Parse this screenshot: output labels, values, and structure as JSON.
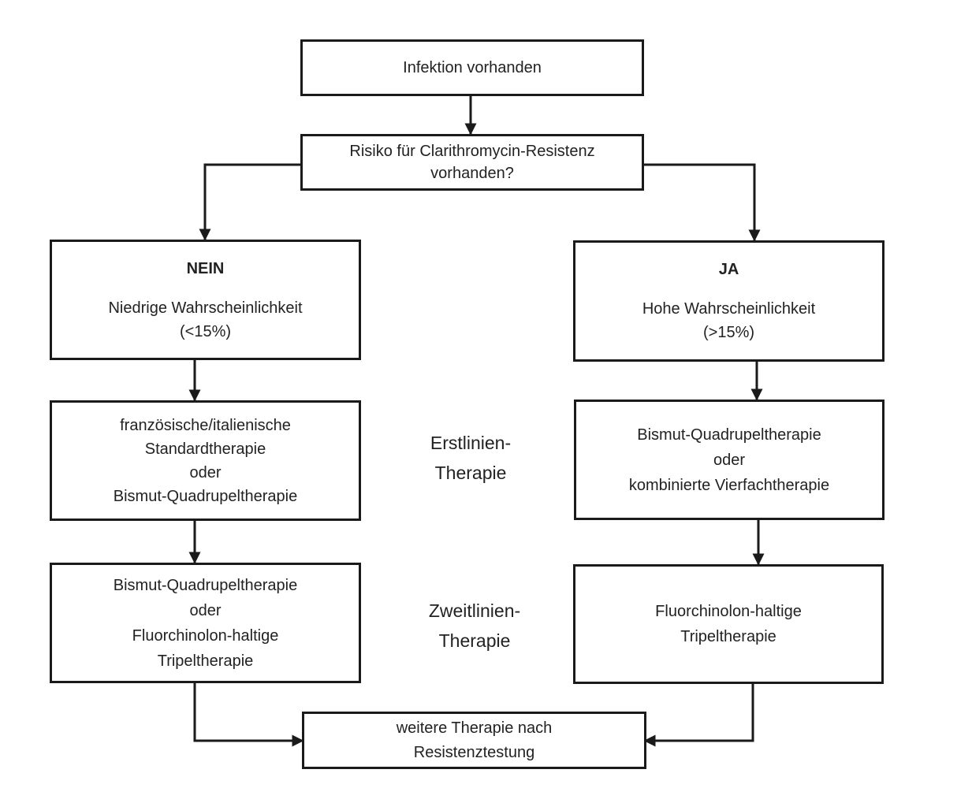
{
  "flowchart": {
    "start": {
      "text": "Infektion vorhanden"
    },
    "question": {
      "lines": [
        "Risiko für Clarithromycin-Resistenz",
        "vorhanden?"
      ]
    },
    "no_branch": {
      "heading": "NEIN",
      "lines": [
        "Niedrige Wahrscheinlichkeit",
        "(<15%)"
      ],
      "first_line": [
        "französische/italienische",
        "Standardtherapie",
        "oder",
        "Bismut-Quadrupeltherapie"
      ],
      "second_line": [
        "Bismut-Quadrupeltherapie",
        "oder",
        "Fluorchinolon-haltige",
        "Tripeltherapie"
      ]
    },
    "yes_branch": {
      "heading": "JA",
      "lines": [
        "Hohe Wahrscheinlichkeit",
        "(>15%)"
      ],
      "first_line": [
        "Bismut-Quadrupeltherapie",
        "oder",
        "kombinierte Vierfachtherapie"
      ],
      "second_line": [
        "Fluorchinolon-haltige",
        "Tripeltherapie"
      ]
    },
    "end": {
      "lines": [
        "weitere Therapie nach",
        "Resistenztestung"
      ]
    },
    "labels": {
      "first_line": [
        "Erstlinien-",
        "Therapie"
      ],
      "second_line": [
        "Zweitlinien-",
        "Therapie"
      ]
    }
  }
}
